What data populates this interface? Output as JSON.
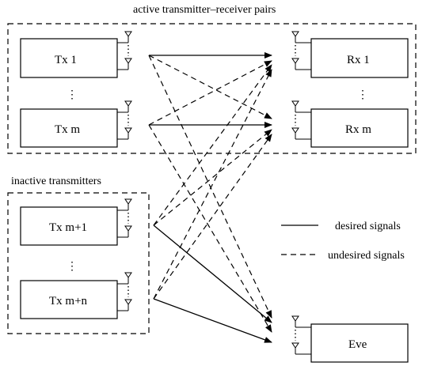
{
  "groups": {
    "active_title": "active transmitter–receiver pairs",
    "inactive_title": "inactive transmitters"
  },
  "nodes": {
    "tx1": "Tx 1",
    "txm": "Tx m",
    "rx1": "Rx 1",
    "rxm": "Rx m",
    "txm1": "Tx m+1",
    "txmn": "Tx m+n",
    "eve": "Eve",
    "ellipsis": "⋮"
  },
  "legend": {
    "desired": "desired signals",
    "undesired": "undesired signals"
  }
}
